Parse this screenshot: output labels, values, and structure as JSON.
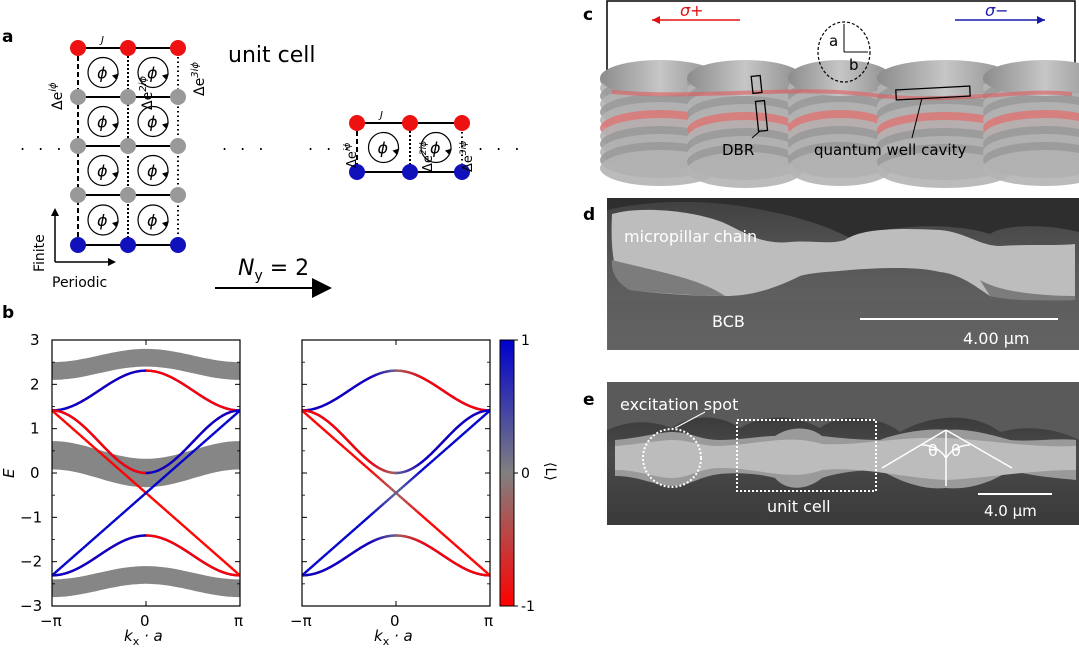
{
  "panel_labels": [
    "a",
    "b",
    "c",
    "d",
    "e"
  ],
  "panel_a": {
    "unit_cell_label": "unit cell",
    "hopping_label": "J",
    "phase_symbol": "ϕ",
    "delta_labels": [
      "Δe",
      "Δe",
      "Δe"
    ],
    "delta_exponents": [
      "iϕ",
      "2iϕ",
      "3iϕ"
    ],
    "axis_finite": "Finite",
    "axis_periodic": "Periodic",
    "ny_label": "N",
    "ny_sub": "y",
    "ny_value": " = 2",
    "dots": ". . ."
  },
  "panel_b": {
    "ylabel": "E",
    "xlabel": "k",
    "xlabel_sub": "x",
    "xlabel_tail": " · a",
    "yticks": [
      "3",
      "2",
      "1",
      "0",
      "−1",
      "−2",
      "−3"
    ],
    "xticks": [
      "−π",
      "0",
      "π"
    ],
    "colorbar_label": "⟨L⟩",
    "colorbar_ticks": [
      "1",
      "0",
      "-1"
    ],
    "colors": {
      "neg": "#ff0000",
      "mid": "#808080",
      "pos": "#0000cd"
    }
  },
  "panel_c": {
    "sigma_plus": "σ+",
    "sigma_minus": "σ−",
    "a": "a",
    "b": "b",
    "dbr": "DBR",
    "qw": "quantum well cavity",
    "colors": {
      "plus": "#e01010",
      "minus": "#1a1aa8"
    }
  },
  "panel_d": {
    "chain": "micropillar chain",
    "bcb": "BCB",
    "scale": "4.00 μm"
  },
  "panel_e": {
    "spot": "excitation spot",
    "cell": "unit cell",
    "theta": "θ",
    "scale": "4.0 μm"
  },
  "chart_data": [
    {
      "type": "line",
      "panel": "b-left",
      "x_range": [
        -3.14159,
        3.14159
      ],
      "ylim": [
        -3,
        3
      ],
      "xticks": [
        "−π",
        "0",
        "π"
      ],
      "ylabel": "E",
      "xlabel": "kx · a",
      "series": [
        {
          "color_value": -1,
          "points": [
            [
              -3.14159,
              1.41
            ],
            [
              0,
              0.0
            ],
            [
              3.14159,
              1.41
            ]
          ]
        },
        {
          "color_value": 1,
          "points": [
            [
              -3.14159,
              1.41
            ],
            [
              0,
              2.31
            ],
            [
              3.14159,
              1.41
            ]
          ]
        },
        {
          "color_value": -1,
          "points": [
            [
              -3.14159,
              -2.31
            ],
            [
              0,
              -1.41
            ],
            [
              3.14159,
              -2.31
            ]
          ]
        },
        {
          "color_value": 1,
          "points": [
            [
              -3.14159,
              -2.31
            ],
            [
              0,
              -1.41
            ],
            [
              3.14159,
              -2.31
            ]
          ]
        }
      ],
      "bulk_bands": [
        {
          "center": [
            [
              -3.14159,
              2.3
            ],
            [
              0,
              2.6
            ],
            [
              3.14159,
              2.3
            ]
          ],
          "half_width": 0.25
        },
        {
          "center": [
            [
              -3.14159,
              0.4
            ],
            [
              0,
              0.0
            ],
            [
              3.14159,
              0.4
            ]
          ],
          "half_width": 0.35
        },
        {
          "center": [
            [
              -3.14159,
              -2.6
            ],
            [
              0,
              -2.3
            ],
            [
              3.14159,
              -2.6
            ]
          ],
          "half_width": 0.25
        }
      ]
    },
    {
      "type": "line",
      "panel": "b-right",
      "x_range": [
        -3.14159,
        3.14159
      ],
      "ylim": [
        -3,
        3
      ],
      "xticks": [
        "−π",
        "0",
        "π"
      ],
      "xlabel": "kx · a",
      "colorbar": {
        "range": [
          -1,
          1
        ],
        "label": "⟨L⟩"
      }
    }
  ]
}
